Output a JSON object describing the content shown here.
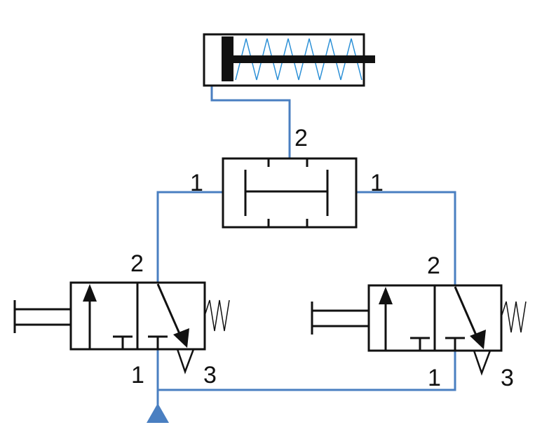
{
  "colors": {
    "line": "#4a7fc1",
    "outline": "#111111",
    "spring": "#2a8fd6",
    "source": "#4a7fc1"
  },
  "labels": {
    "cylinder_port": "2",
    "shuttle_left_port": "1",
    "shuttle_right_port": "1",
    "left_valve_port_out": "2",
    "left_valve_port_in": "1",
    "left_valve_port_exhaust": "3",
    "right_valve_port_out": "2",
    "right_valve_port_in": "1",
    "right_valve_port_exhaust": "3"
  }
}
